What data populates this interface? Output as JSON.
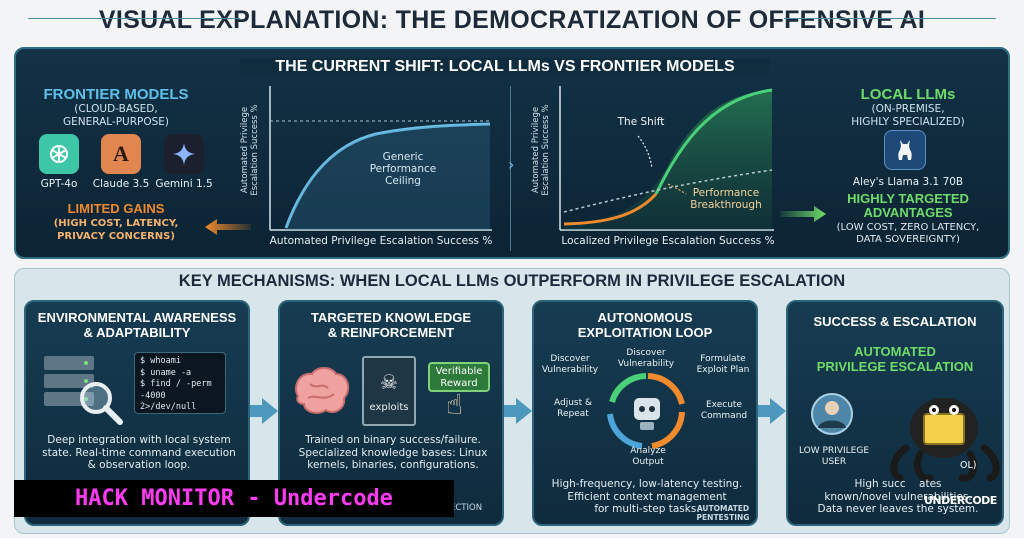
{
  "title": "VISUAL EXPLANATION: THE DEMOCRATIZATION OF OFFENSIVE AI",
  "top_section": {
    "header": "THE CURRENT SHIFT: LOCAL LLMs VS FRONTIER MODELS",
    "frontier": {
      "title": "FRONTIER MODELS",
      "subtitle_1": "(CLOUD-BASED,",
      "subtitle_2": "GENERAL-PURPOSE)",
      "models": [
        "GPT-4o",
        "Claude 3.5",
        "Gemini 1.5"
      ],
      "gains_title": "LIMITED GAINS",
      "gains_sub_1": "(HIGH COST, LATENCY,",
      "gains_sub_2": "PRIVACY CONCERNS)"
    },
    "chart_left": {
      "y_label_1": "Automated Privilege",
      "y_label_2": "Escalation Success %",
      "x_label": "Automated Privilege Escalation Success %",
      "annotation_1": "Generic",
      "annotation_2": "Performance",
      "annotation_3": "Ceiling"
    },
    "chart_right": {
      "y_label_1": "Automated Privilege",
      "y_label_2": "Escalation Success %",
      "x_label": "Localized Privilege Escalation Success %",
      "shift_label": "The Shift",
      "breakthrough_1": "Performance",
      "breakthrough_2": "Breakthrough"
    },
    "local": {
      "title": "LOCAL LLMs",
      "subtitle_1": "(ON-PREMISE,",
      "subtitle_2": "HIGHLY SPECIALIZED)",
      "model": "Aley's Llama 3.1 70B",
      "adv_title_1": "HIGHLY TARGETED",
      "adv_title_2": "ADVANTAGES",
      "adv_sub_1": "(LOW COST, ZERO LATENCY,",
      "adv_sub_2": "DATA SOVEREIGNTY)"
    }
  },
  "bottom_section": {
    "header": "KEY MECHANISMS: WHEN LOCAL LLMs OUTPERFORM IN PRIVILEGE ESCALATION",
    "cards": [
      {
        "title_1": "ENVIRONMENTAL AWARENESS",
        "title_2": "& ADAPTABILITY",
        "terminal": [
          "$ whoami",
          "$ uname -a",
          "$ find / -perm -4000",
          "2>/dev/null"
        ],
        "desc_1": "Deep integration with local system",
        "desc_2": "state. Real-time command execution",
        "desc_3": "& observation loop."
      },
      {
        "title_1": "TARGETED KNOWLEDGE",
        "title_2": "& REINFORCEMENT",
        "book_label": "exploits",
        "reward_1": "Verifiable",
        "reward_2": "Reward",
        "desc_1": "Trained on binary success/failure.",
        "desc_2": "Specialized knowledge bases: Linux",
        "desc_3": "kernels, binaries, configurations.",
        "footer": "ECTION"
      },
      {
        "title_1": "AUTONOMOUS",
        "title_2": "EXPLOITATION LOOP",
        "loop_left_1": "Discover",
        "loop_left_2": "Vulnerability",
        "loop_top_1": "Discover",
        "loop_top_2": "Vulnerability",
        "loop_right_1": "Formulate",
        "loop_right_2": "Exploit Plan",
        "loop_exec_1": "Execute",
        "loop_exec_2": "Command",
        "loop_analyze_1": "Analyze",
        "loop_analyze_2": "Output",
        "loop_adjust_1": "Adjust &",
        "loop_adjust_2": "Repeat",
        "desc_1": "High-frequency, low-latency testing.",
        "desc_2": "Efficient context management",
        "desc_3": "for multi-step tasks.",
        "footer_1": "AUTOMATED",
        "footer_2": "PENTESTING"
      },
      {
        "title_1": "SUCCESS & ESCALATION",
        "sub_1": "AUTOMATED",
        "sub_2": "PRIVILEGE ESCALATION",
        "low_1": "LOW PRIVILEGE",
        "low_2": "USER",
        "root_tag": "OL)",
        "desc_1": "High succ",
        "desc_1b": "ates",
        "desc_2": "known/novel vulnerabilities.",
        "desc_3": "Data never leaves the system."
      }
    ]
  },
  "watermark": "HACK MONITOR - Undercode",
  "brand_text": "UNDERCODE",
  "colors": {
    "frontier_title": "#5fc0ea",
    "local_title": "#6fdc6a",
    "limited_gains": "#f08a2c",
    "advantages": "#6fdc6a",
    "left_curve": "#6ec1e8",
    "right_curve_green": "#4bd07a",
    "right_curve_orange": "#f08a2c",
    "watermark": "#ff3bf3"
  }
}
